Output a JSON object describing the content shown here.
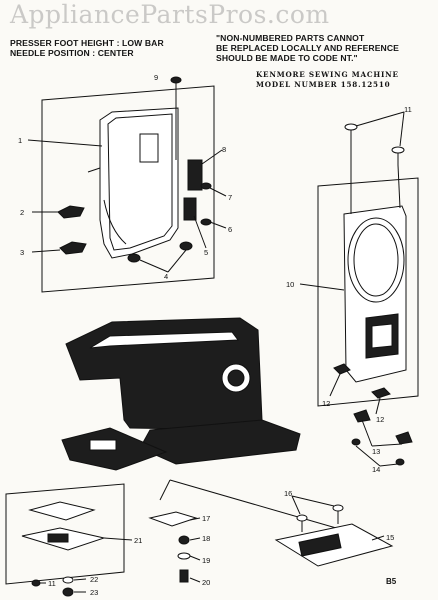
{
  "watermark": "AppliancePartsPros.com",
  "header": {
    "left_line1": "PRESSER FOOT HEIGHT : LOW BAR",
    "left_line2": "NEEDLE POSITION : CENTER",
    "right_line1": "\"NON-NUMBERED PARTS CANNOT",
    "right_line2": "BE REPLACED LOCALLY AND REFERENCE",
    "right_line3": "SHOULD BE MADE TO CODE NT.\"",
    "model_line1": "KENMORE SEWING MACHINE",
    "model_line2": "MODEL NUMBER 158.12510"
  },
  "callouts": [
    "1",
    "2",
    "3",
    "4",
    "5",
    "6",
    "7",
    "8",
    "9",
    "10",
    "11",
    "12",
    "12",
    "13",
    "14",
    "15",
    "16",
    "17",
    "18",
    "19",
    "20",
    "21",
    "22",
    "23",
    "11"
  ],
  "page_code": "B5"
}
